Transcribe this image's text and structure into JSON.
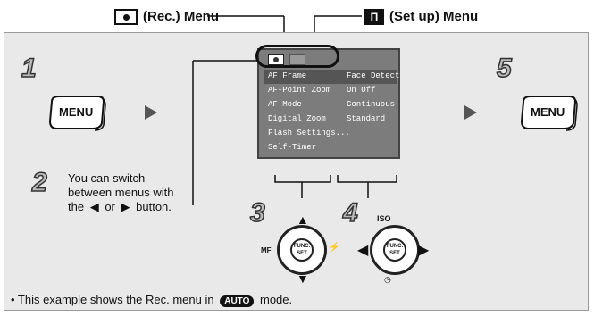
{
  "header": {
    "rec_menu_label": "(Rec.) Menu",
    "setup_menu_label": "(Set up) Menu"
  },
  "steps": {
    "s1": "1",
    "s2": "2",
    "s3": "3",
    "s4": "4",
    "s5": "5"
  },
  "menu_button_label": "MENU",
  "screen": {
    "rows": [
      {
        "label": "AF Frame",
        "value": "Face Detect"
      },
      {
        "label": "AF-Point Zoom",
        "value": "On  Off"
      },
      {
        "label": "AF Mode",
        "value": "Continuous"
      },
      {
        "label": "Digital Zoom",
        "value": "Standard"
      },
      {
        "label": "Flash Settings...",
        "value": ""
      },
      {
        "label": "Self-Timer",
        "value": ""
      }
    ]
  },
  "step2_text": {
    "line1": "You can switch",
    "line2": "between menus with",
    "line3_a": "the",
    "line3_b": "or",
    "line3_c": "button."
  },
  "dial_labels": {
    "func_set": "FUNC. SET",
    "iso": "ISO",
    "mf": "MF"
  },
  "footer": {
    "prefix": "• This example shows the Rec. menu in",
    "mode": "AUTO",
    "suffix": "mode."
  }
}
